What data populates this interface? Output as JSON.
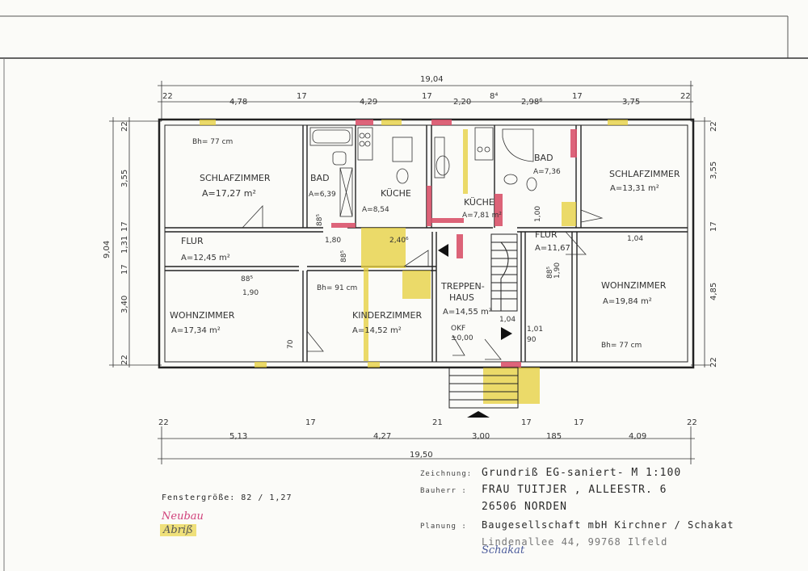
{
  "plan": {
    "overall_top": "19,04",
    "overall_bottom": "19,50",
    "dims_top": [
      "22",
      "4,78",
      "17",
      "4,29",
      "17",
      "2,20",
      "8⁴",
      "2,98⁶",
      "17",
      "3,75",
      "22"
    ],
    "dims_bottom": [
      "22",
      "5,13",
      "17",
      "4,27",
      "21",
      "3,00",
      "17",
      "185",
      "17",
      "4,09",
      "22"
    ],
    "dims_left": [
      "22",
      "3,55",
      "17",
      "1,31",
      "17",
      "3,40",
      "22"
    ],
    "overall_left": "9,04",
    "dims_right": [
      "22",
      "3,55",
      "17",
      "4,85",
      "22"
    ],
    "rooms": [
      {
        "name": "SCHLAFZIMMER",
        "area": "A=17,27 m²"
      },
      {
        "name": "BAD",
        "area": "A=6,39"
      },
      {
        "name": "KÜCHE",
        "area": "A=8,54"
      },
      {
        "name": "KÜCHE",
        "area": "A=7,81 m²"
      },
      {
        "name": "BAD",
        "area": "A=7,36"
      },
      {
        "name": "SCHLAFZIMMER",
        "area": "A=13,31 m²"
      },
      {
        "name": "FLUR",
        "area": "A=12,45 m²"
      },
      {
        "name": "FLUR",
        "area": "A=11,67"
      },
      {
        "name": "WOHNZIMMER",
        "area": "A=17,34 m²"
      },
      {
        "name": "KINDERZIMMER",
        "area": "A=14,52 m²"
      },
      {
        "name": "TREPPEN-",
        "area": "HAUS"
      },
      {
        "name": "WOHNZIMMER",
        "area": "A=19,84 m²"
      }
    ],
    "stair_area": "A=14,55 m²",
    "bh_left": "Bh= 77 cm",
    "bh_mid": "Bh= 91 cm",
    "bh_right": "Bh= 77 cm",
    "okf": "OKF",
    "okf_value": "±0,00",
    "small_dims": [
      "1,80",
      "2,40⁶",
      "1,04",
      "1,04",
      "1,90",
      "1,90",
      "88⁵",
      "88⁵",
      "88⁵",
      "88⁵",
      "1,00",
      "70",
      "1,01",
      "90"
    ]
  },
  "titleblock": {
    "drawing_label": "Zeichnung:",
    "drawing_value": "Grundriß EG-saniert-   M 1:100",
    "client_label": "Bauherr :",
    "client_value": "FRAU TUITJER , ALLEESTR. 6",
    "client_city": "26506 NORDEN",
    "planning_label": "Planung :",
    "planning_value": "Baugesellschaft mbH Kirchner / Schakat",
    "planning_address": "Lindenallee 44, 99768 Ilfeld",
    "window_size": "Fenstergröße: 82 / 1,27",
    "legend_new": "Neubau",
    "legend_demo": "Abriß",
    "signature": "Schakat"
  },
  "colors": {
    "new": "#e03080",
    "demo": "#e6cf3a",
    "line": "#2b2b2b",
    "pink": "#d9536b"
  }
}
